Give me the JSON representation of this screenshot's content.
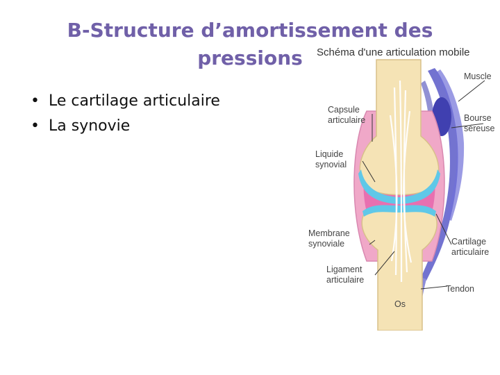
{
  "slide": {
    "title_line1": "B-Structure d’amortissement des",
    "title_line2": "pressions",
    "bullets": [
      "Le cartilage articulaire",
      "La synovie"
    ]
  },
  "diagram": {
    "title": "Schéma d'une articulation mobile",
    "labels": {
      "muscle": "Muscle",
      "capsule_1": "Capsule",
      "capsule_2": "articulaire",
      "bourse_1": "Bourse",
      "bourse_2": "séreuse",
      "liquide_1": "Liquide",
      "liquide_2": "synovial",
      "membrane_1": "Membrane",
      "membrane_2": "synoviale",
      "cartilage_1": "Cartilage",
      "cartilage_2": "articulaire",
      "ligament_1": "Ligament",
      "ligament_2": "articulaire",
      "tendon": "Tendon",
      "os": "Os"
    },
    "colors": {
      "title": "#7060a8",
      "bone": "#f5e3b5",
      "bone_outline": "#d8c08a",
      "capsule": "#f0a8c8",
      "synovial_fluid": "#e870b0",
      "cartilage": "#5fc8e8",
      "muscle": "#5a5ac8",
      "ligament": "#ffffff"
    }
  }
}
